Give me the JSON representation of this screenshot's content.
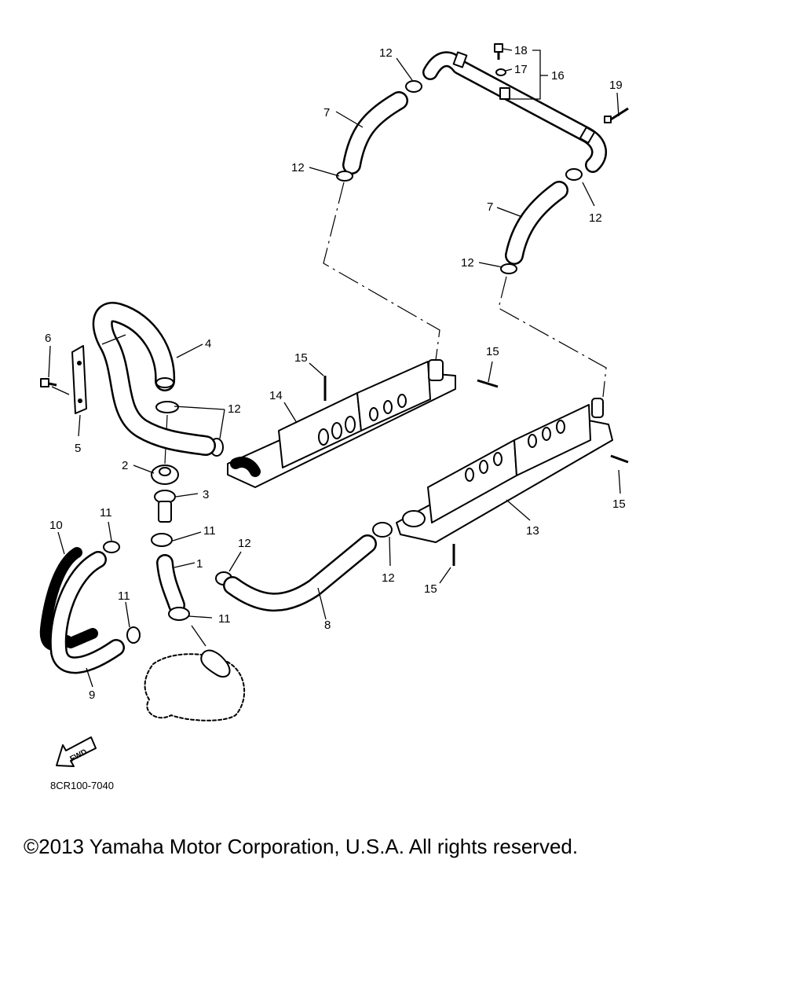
{
  "callouts": {
    "c1": "1",
    "c2": "2",
    "c3": "3",
    "c4": "4",
    "c5": "5",
    "c6": "6",
    "c7a": "7",
    "c7b": "7",
    "c8": "8",
    "c9": "9",
    "c10": "10",
    "c11a": "11",
    "c11b": "11",
    "c11c": "11",
    "c11d": "11",
    "c12a": "12",
    "c12b": "12",
    "c12c": "12",
    "c12d": "12",
    "c12e": "12",
    "c12f": "12",
    "c12g": "12",
    "c13": "13",
    "c14": "14",
    "c15a": "15",
    "c15b": "15",
    "c15c": "15",
    "c15d": "15",
    "c16": "16",
    "c17": "17",
    "c18": "18",
    "c19": "19"
  },
  "fwd_label": "FWD",
  "drawing_code": "8CR100-7040",
  "copyright": "©2013 Yamaha Motor Corporation, U.S.A. All rights reserved."
}
